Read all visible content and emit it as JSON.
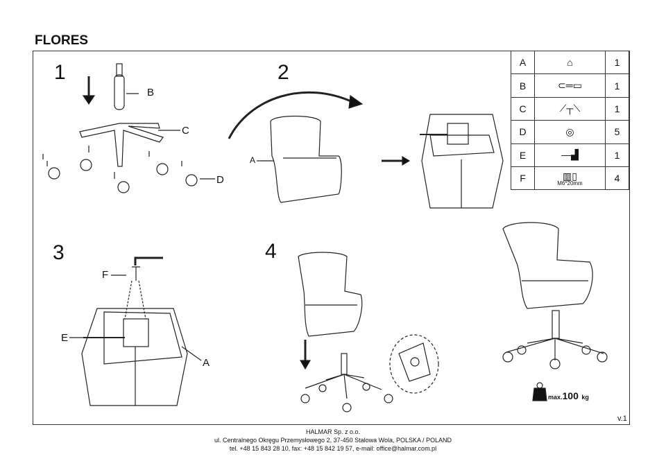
{
  "title": "FLORES",
  "steps": [
    "1",
    "2",
    "3",
    "4"
  ],
  "labels": {
    "s1": [
      "B",
      "C",
      "D"
    ],
    "s2": [
      "A"
    ],
    "s3": [
      "F",
      "E",
      "A"
    ]
  },
  "parts": [
    {
      "letter": "A",
      "icon": "chair-seat-icon",
      "qty": "1"
    },
    {
      "letter": "B",
      "icon": "gas-lift-icon",
      "qty": "1"
    },
    {
      "letter": "C",
      "icon": "star-base-icon",
      "qty": "1"
    },
    {
      "letter": "D",
      "icon": "caster-icon",
      "qty": "5"
    },
    {
      "letter": "E",
      "icon": "mechanism-icon",
      "qty": "1"
    },
    {
      "letter": "F",
      "icon": "screw-icon",
      "qty": "4",
      "size": "M6*20mm"
    }
  ],
  "max_load": {
    "prefix": "max.",
    "value": "100",
    "unit": "kg"
  },
  "version": "v.1",
  "footer": [
    "HALMAR Sp. z o.o.",
    "ul. Centralnego Okręgu Przemysłowego 2, 37-450 Stalowa Wola, POLSKA / POLAND",
    "tel. +48 15 843 28 10, fax: +48 15 842 19 57, e-mail: office@halmar.com.pl"
  ]
}
